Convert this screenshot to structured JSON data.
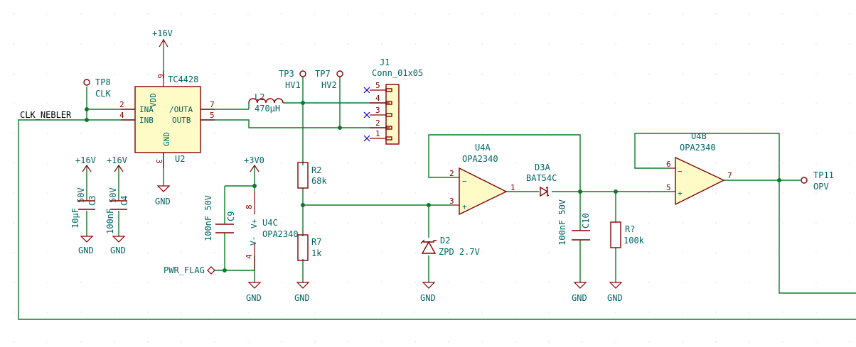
{
  "labels": {
    "power_16v_top": "+16V",
    "power_16v_c3": "+16V",
    "power_16v_c4": "+16V",
    "power_3v0": "+3V0",
    "gnd_c3": "GND",
    "gnd_c4": "GND",
    "gnd_u2": "GND",
    "gnd_c9": "GND",
    "gnd_r7": "GND",
    "gnd_d2": "GND",
    "gnd_c10": "GND",
    "gnd_rq": "GND",
    "net_clk_nebler": "CLK_NEBLER",
    "pwr_flag": "PWR_FLAG"
  },
  "components": {
    "u2": {
      "ref": "U2",
      "value": "TC4428",
      "pins": {
        "ina": "INA",
        "inb": "INB",
        "vdd": "VDD",
        "gnd": "GND",
        "outa": "/OUTA",
        "outb": "OUTB",
        "p2": "2",
        "p4": "4",
        "p6": "6",
        "p3": "3",
        "p7": "7",
        "p5": "5"
      }
    },
    "tp8": {
      "ref": "TP8",
      "value": "CLK"
    },
    "tp3": {
      "ref": "TP3",
      "value": "HV1"
    },
    "tp7": {
      "ref": "TP7",
      "value": "HV2"
    },
    "tp11": {
      "ref": "TP11",
      "value": "OPV"
    },
    "j1": {
      "ref": "J1",
      "value": "Conn_01x05",
      "pins": [
        "5",
        "4",
        "3",
        "2",
        "1"
      ]
    },
    "l2": {
      "ref": "L2",
      "value": "470µH"
    },
    "c3": {
      "ref": "C3",
      "value": "10µF",
      "voltage": "50V"
    },
    "c4": {
      "ref": "C4",
      "value": "100nF",
      "voltage": "50V"
    },
    "c9": {
      "ref": "C9",
      "value": "100nF 50V"
    },
    "c10": {
      "ref": "C10",
      "value": "100nF 50V"
    },
    "r2": {
      "ref": "R2",
      "value": "68k"
    },
    "r7": {
      "ref": "R7",
      "value": "1k"
    },
    "rq": {
      "ref": "R?",
      "value": "100k"
    },
    "d2": {
      "ref": "D2",
      "value": "ZPD 2.7V"
    },
    "d3a": {
      "ref": "D3A",
      "value": "BAT54C"
    },
    "u4a": {
      "ref": "U4A",
      "value": "OPA2340",
      "pins": {
        "p2": "2",
        "p3": "3",
        "p1": "1"
      }
    },
    "u4b": {
      "ref": "U4B",
      "value": "OPA2340",
      "pins": {
        "p6": "6",
        "p5": "5",
        "p7": "7"
      }
    },
    "u4c": {
      "ref": "U4C",
      "value": "OPA2340",
      "pins": {
        "p8": "8",
        "p4": "4",
        "vp": "V+",
        "vm": "V-"
      }
    }
  }
}
